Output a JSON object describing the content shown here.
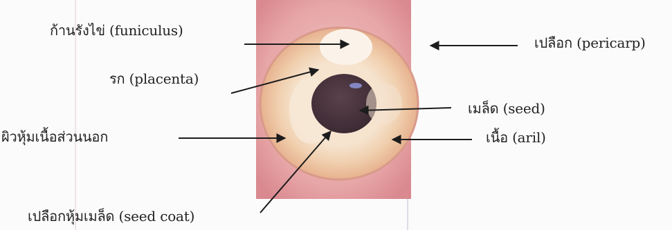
{
  "labels": {
    "funiculus": "ก้านรังไข่ (funiculus)",
    "placenta": "รก (placenta)",
    "outer_layer": "ผิวหุ้มเนื้อส่วนนอก",
    "seed_coat": "เปลือกหุ้มเมล็ด (seed coat)",
    "pericarp": "เปลือก (pericarp)",
    "seed": "เมล็ด (seed)",
    "aril": "เนื้อ (aril)"
  },
  "colors": {
    "photo_pink": "#e4a2a4",
    "ring_cream": "#f3dcc4",
    "seed_dark": "#4a333d",
    "arrow": "#1c1c1c"
  }
}
